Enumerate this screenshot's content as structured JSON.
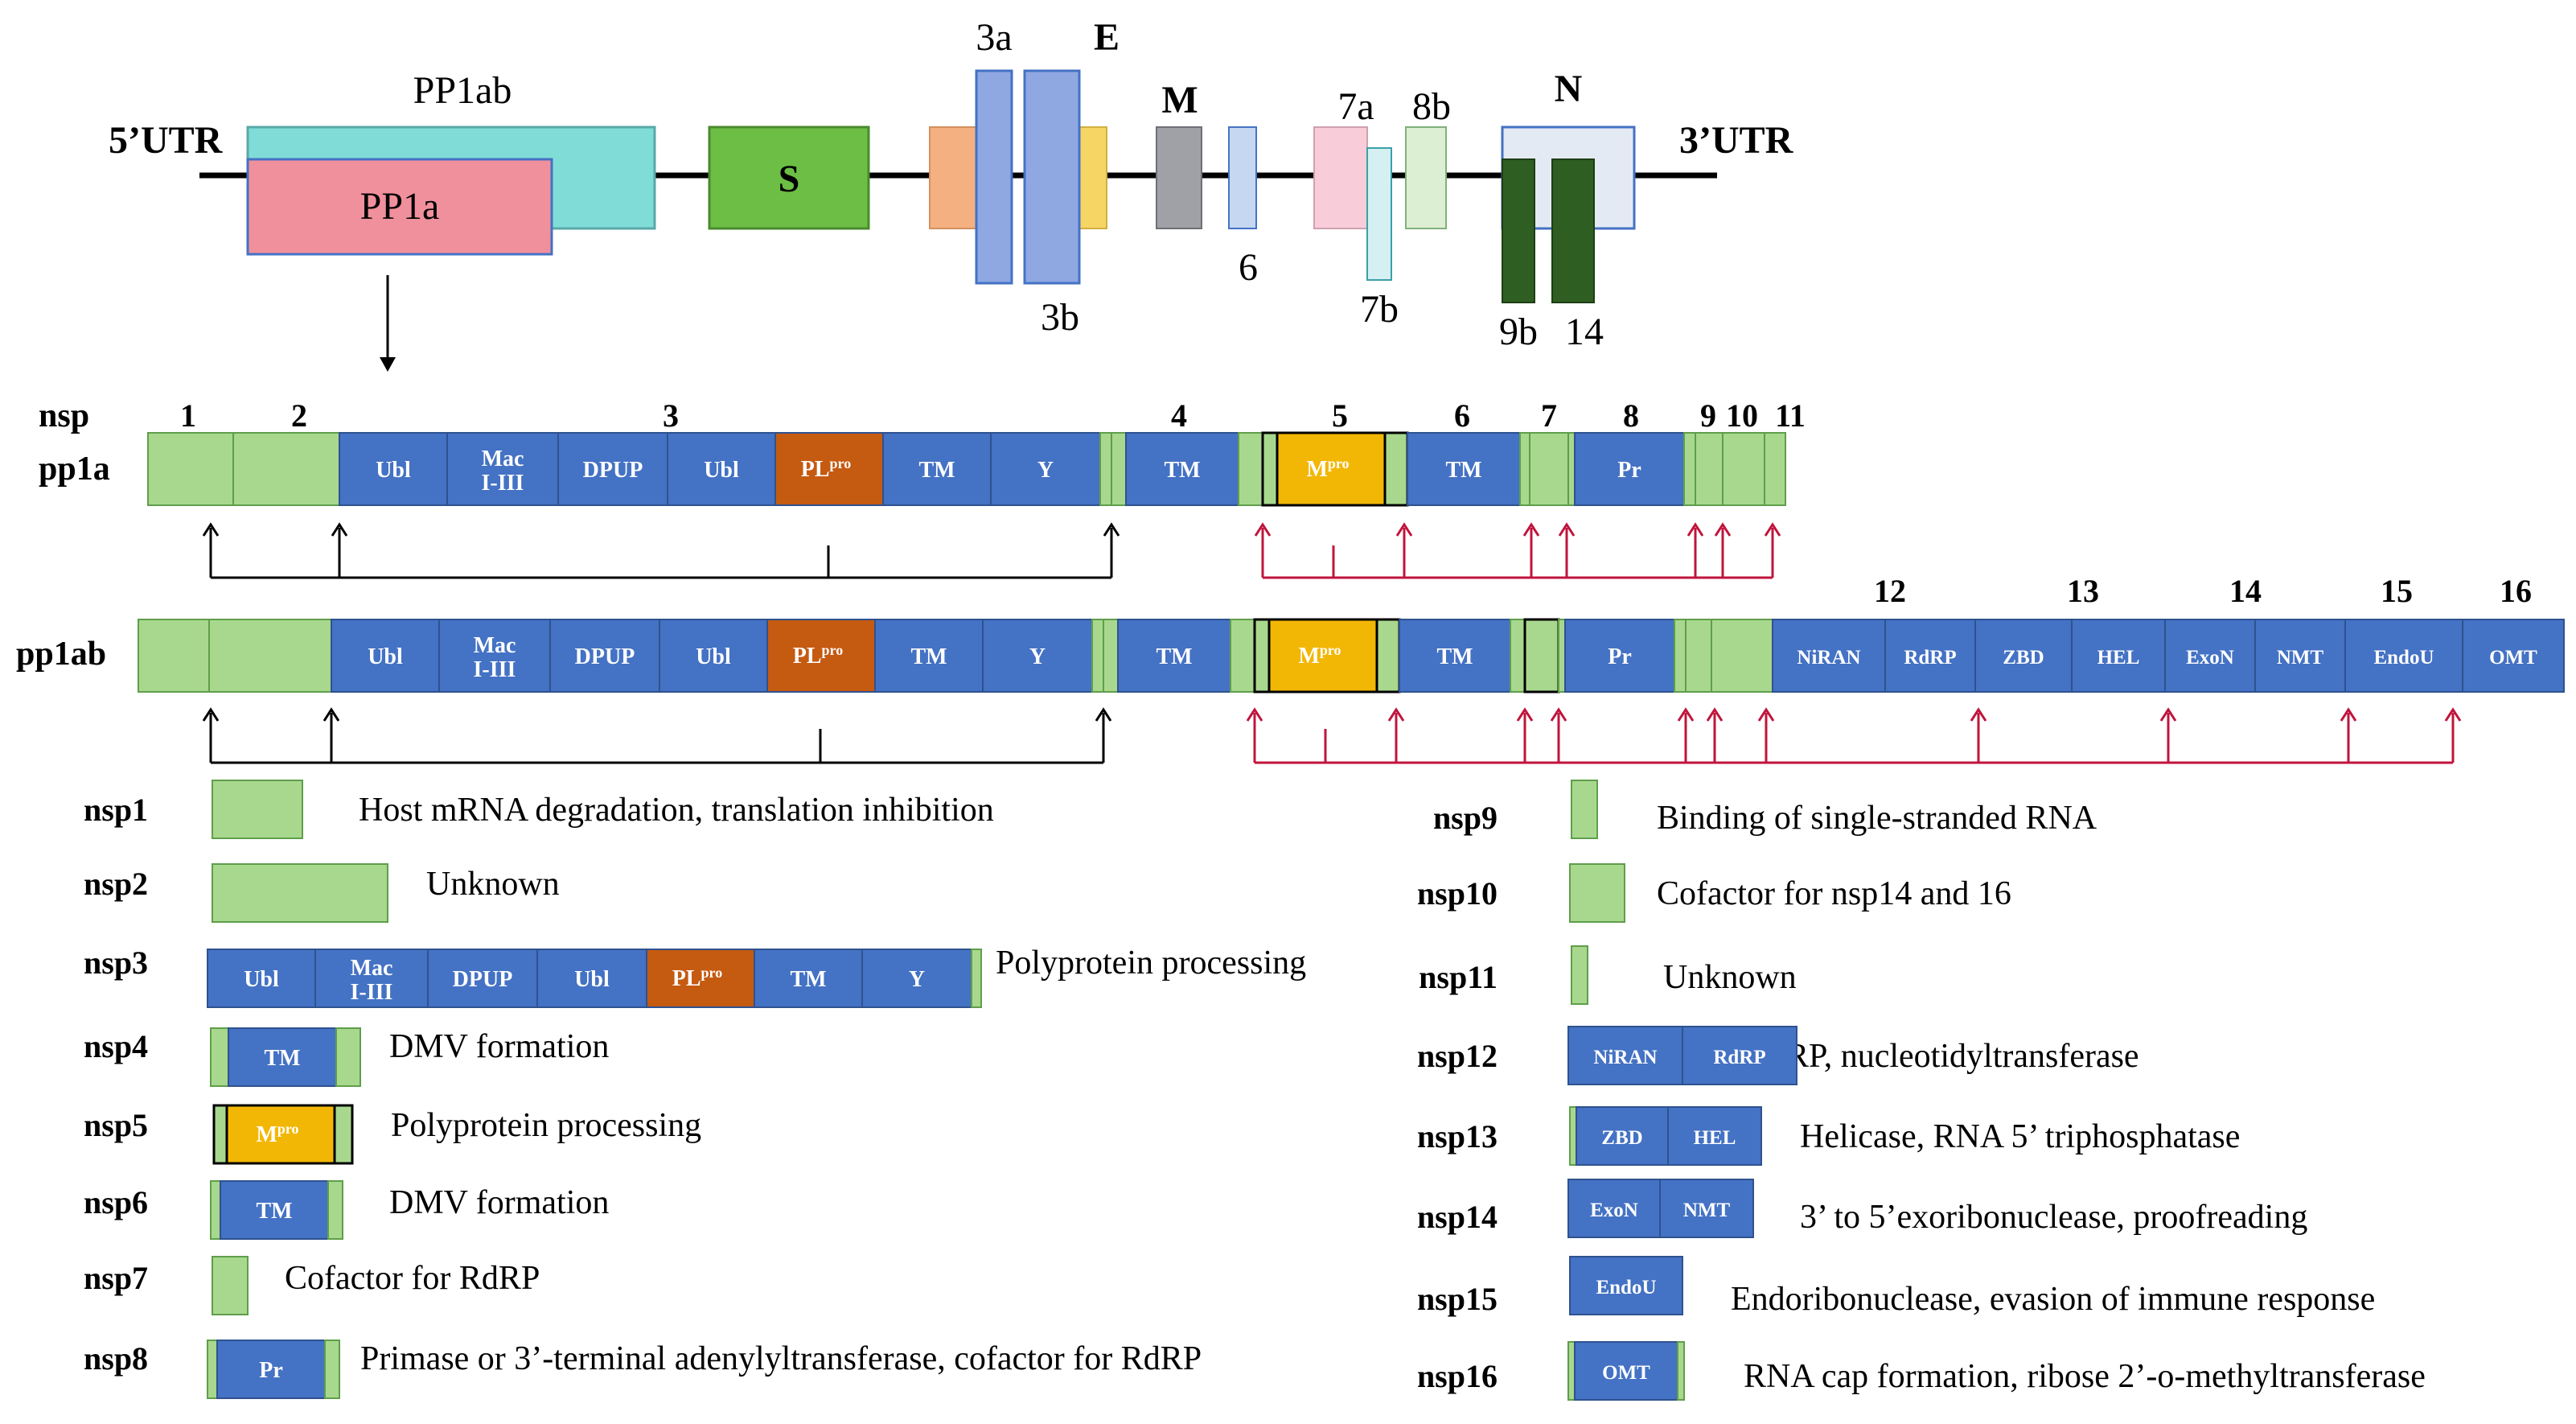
{
  "genome": {
    "utr5": "5’UTR",
    "utr3": "3’UTR",
    "pp1ab": "PP1ab",
    "pp1a": "PP1a",
    "s": "S",
    "e": "E",
    "m": "M",
    "n": "N",
    "orf3a": "3a",
    "orf3b": "3b",
    "orf6": "6",
    "orf7a": "7a",
    "orf7b": "7b",
    "orf8b": "8b",
    "orf9b": "9b",
    "orf14": "14",
    "colors": {
      "pp1ab": "#7fdcd6",
      "pp1a": "#f0909c",
      "s": "#6cbf44",
      "orf3_orange": "#f5b082",
      "orf3_blue": "#8fa8e2",
      "orf3_yellow": "#f7d565",
      "m": "#9fa1a6",
      "orf6": "#c5d7f1",
      "orf7a": "#f8ccd8",
      "orf7b": "#d5f0f3",
      "orf8b": "#ddefd3",
      "n": "#e4eaf4",
      "orf9b": "#2e5e21"
    }
  },
  "rows": {
    "nsp_label": "nsp",
    "pp1a_label": "pp1a",
    "pp1ab_label": "pp1ab",
    "nsp_numbers": [
      "1",
      "2",
      "3",
      "4",
      "5",
      "6",
      "7",
      "8",
      "9",
      "10",
      "11"
    ],
    "pp1ab_numbers": [
      "12",
      "13",
      "14",
      "15",
      "16"
    ]
  },
  "domains": {
    "ubl": "Ubl",
    "mac1": "Mac",
    "mac2": "I-III",
    "dpup": "DPUP",
    "pl": "PL",
    "pro": "pro",
    "tm": "TM",
    "y": "Y",
    "m": "M",
    "pr": "Pr",
    "niran": "NiRAN",
    "rdrp": "RdRP",
    "zbd": "ZBD",
    "hel": "HEL",
    "exon": "ExoN",
    "nmt": "NMT",
    "endou": "EndoU",
    "omt": "OMT"
  },
  "legend": [
    {
      "name": "nsp1",
      "desc": "Host mRNA degradation, translation inhibition"
    },
    {
      "name": "nsp2",
      "desc": "Unknown"
    },
    {
      "name": "nsp3",
      "desc": "Polyprotein processing"
    },
    {
      "name": "nsp4",
      "desc": "DMV formation"
    },
    {
      "name": "nsp5",
      "desc": "Polyprotein processing"
    },
    {
      "name": "nsp6",
      "desc": "DMV formation"
    },
    {
      "name": "nsp7",
      "desc": "Cofactor for RdRP"
    },
    {
      "name": "nsp8",
      "desc": "Primase or 3’-terminal adenylyltransferase, cofactor for RdRP"
    },
    {
      "name": "nsp9",
      "desc": "Binding of single-stranded RNA"
    },
    {
      "name": "nsp10",
      "desc": "Cofactor for nsp14 and 16"
    },
    {
      "name": "nsp11",
      "desc": "Unknown"
    },
    {
      "name": "nsp12",
      "desc": "RdRP, nucleotidyltransferase"
    },
    {
      "name": "nsp13",
      "desc": "Helicase, RNA 5’ triphosphatase"
    },
    {
      "name": "nsp14",
      "desc": "3’ to 5’exoribonuclease, proofreading"
    },
    {
      "name": "nsp15",
      "desc": "Endoribonuclease, evasion of immune response"
    },
    {
      "name": "nsp16",
      "desc": "RNA cap formation, ribose 2’-o-methyltransferase"
    }
  ],
  "colors": {
    "nsp_green": "#a8d88e",
    "domain_blue": "#4472c4",
    "domain_border": "#2f528f",
    "pl_orange": "#c55a11",
    "mpro_yellow": "#f2b705",
    "arrow_black": "#000000",
    "arrow_red": "#c0143c"
  }
}
